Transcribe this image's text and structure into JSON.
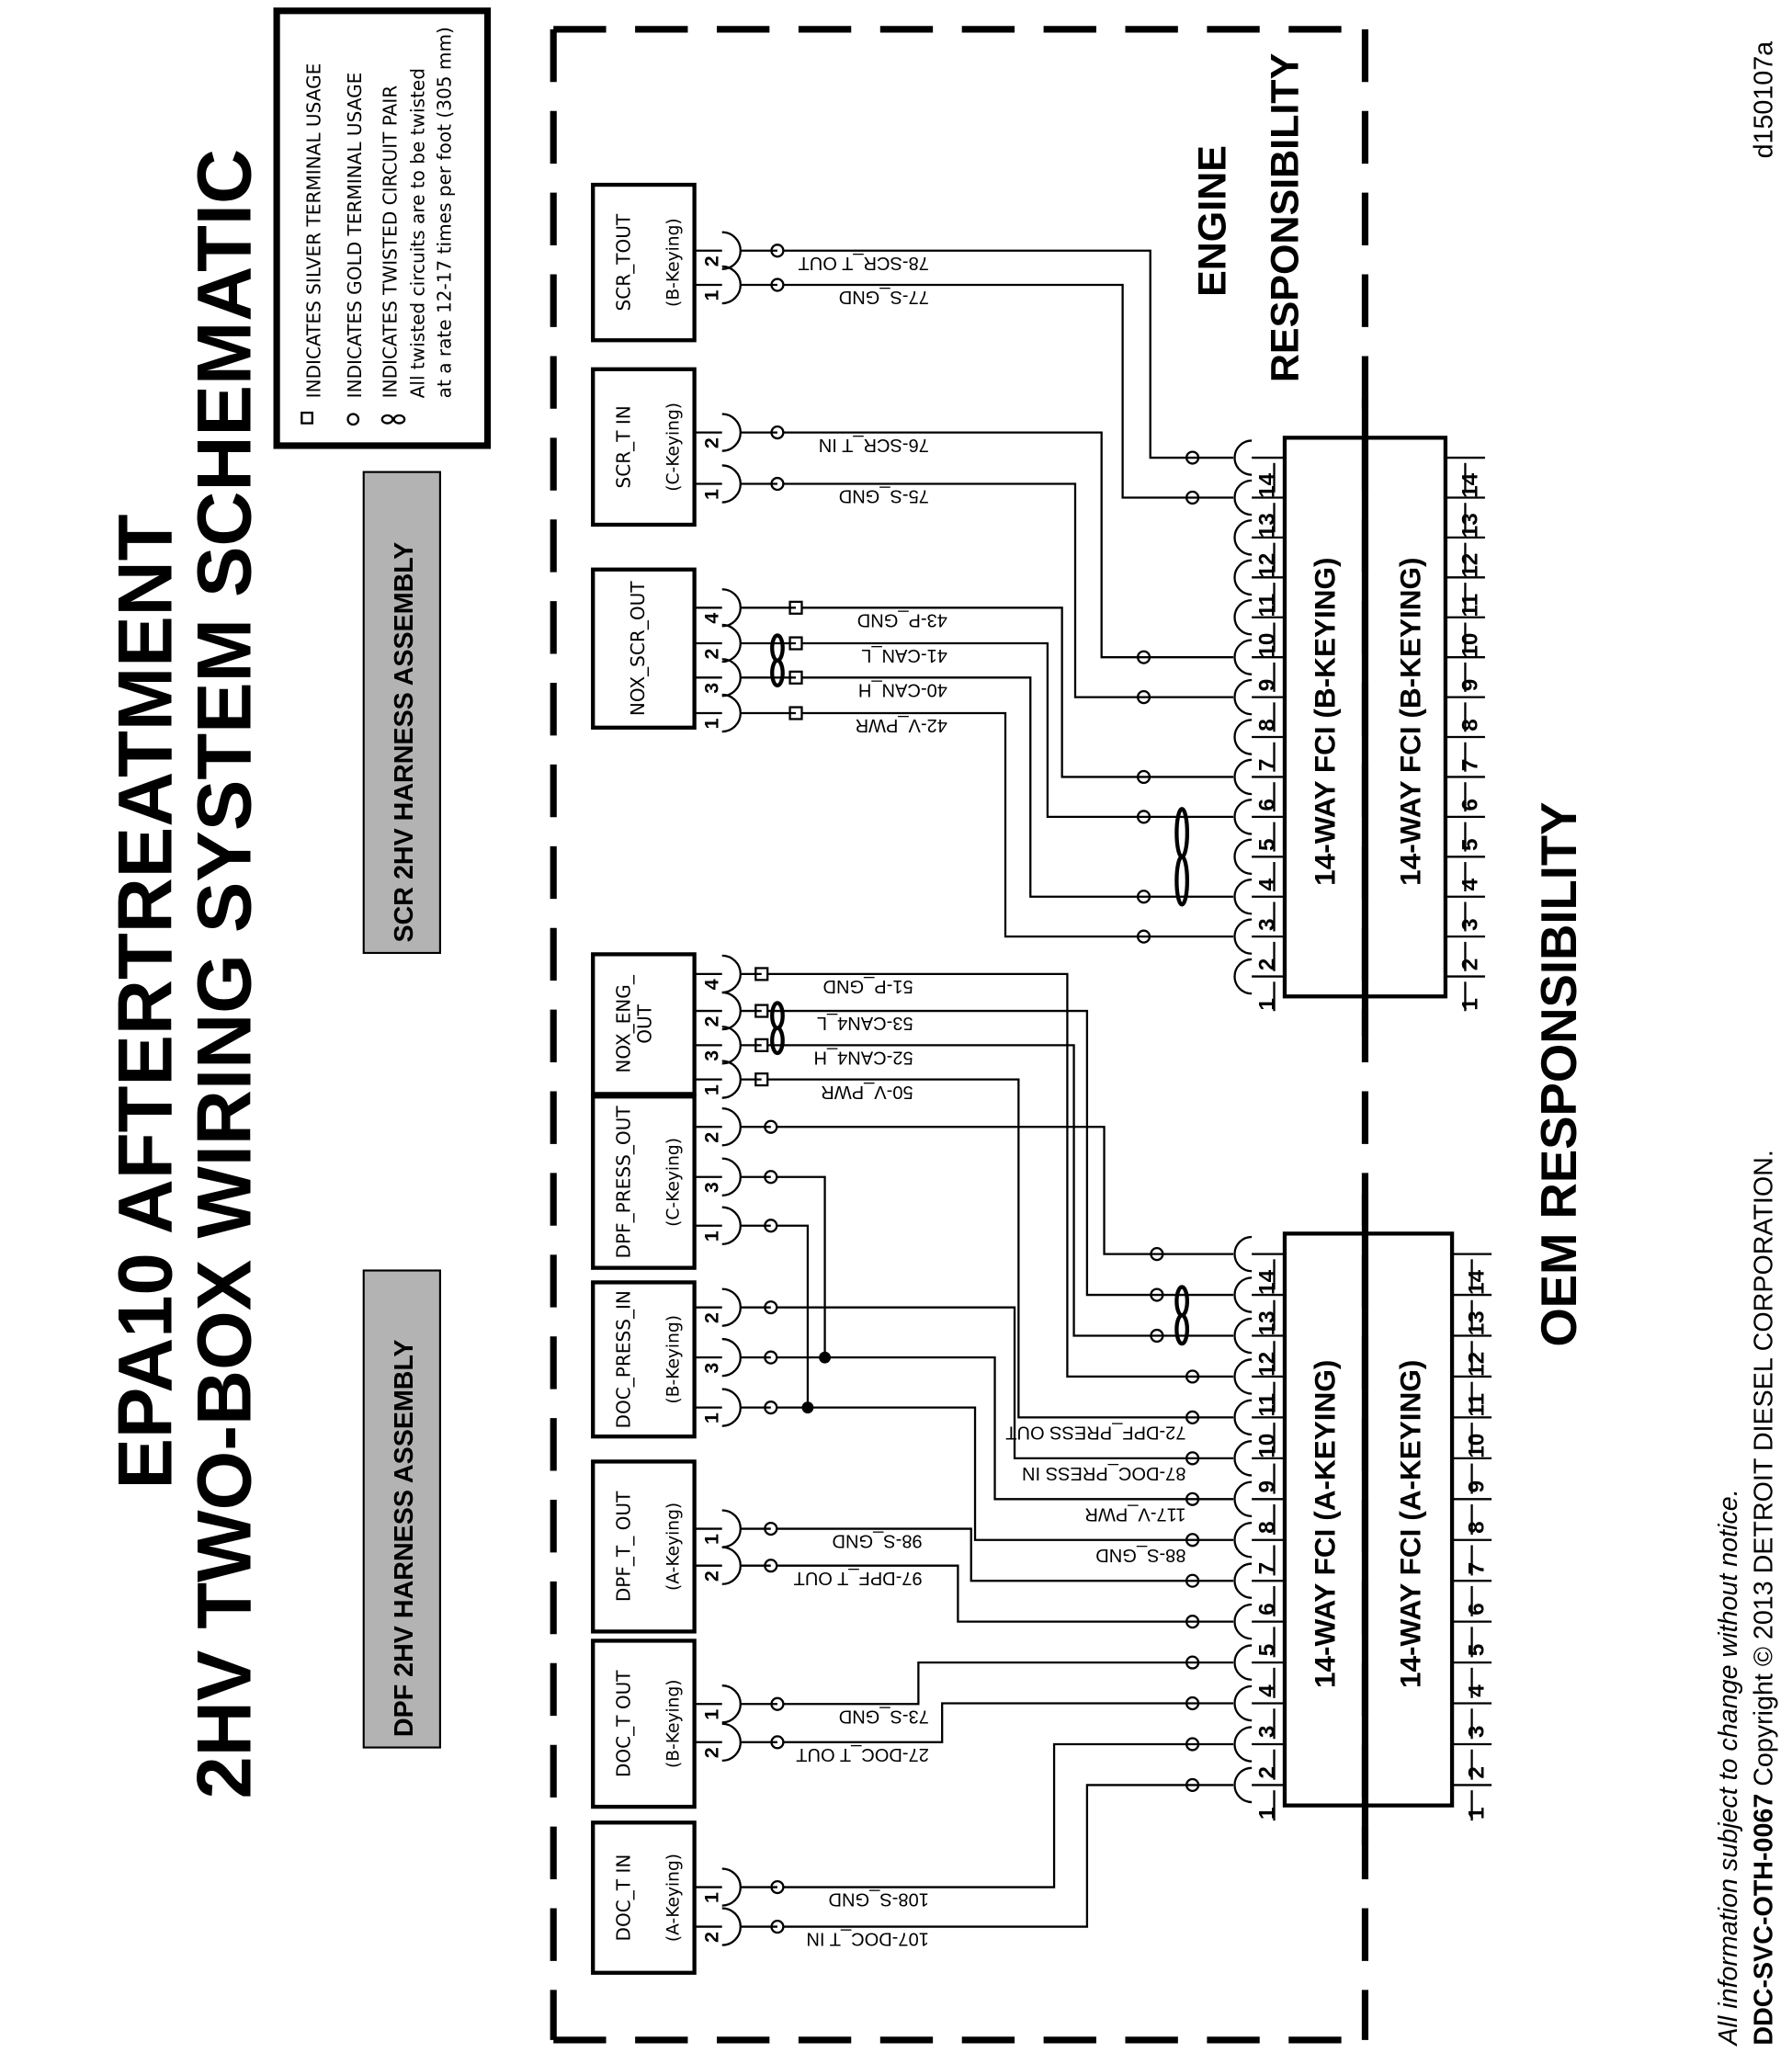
{
  "title": {
    "line1": "EPA10 AFTERTREATMENT",
    "line2": "2HV TWO-BOX WIRING SYSTEM SCHEMATIC"
  },
  "legend": {
    "silver": "INDICATES SILVER TERMINAL USAGE",
    "gold": "INDICATES GOLD TERMINAL USAGE",
    "twisted": "INDICATES TWISTED CIRCUIT PAIR",
    "twisted_note1": "All twisted circuits are to be twisted",
    "twisted_note2": "at a rate 12-17 times per foot (305 mm)"
  },
  "harness_labels": {
    "scr": "SCR 2HV HARNESS ASSEMBLY",
    "dpf": "DPF 2HV HARNESS ASSEMBLY"
  },
  "zones": {
    "engine1": "ENGINE",
    "engine2": "RESPONSIBILITY",
    "oem": "OEM RESPONSIBILITY"
  },
  "connectors": [
    {
      "id": "scr_tout",
      "name": "SCR_TOUT",
      "keying": "(B-Keying)",
      "pins": [
        "2",
        "1"
      ],
      "wires": [
        "78-SCR_T OUT",
        "77-S_GND"
      ],
      "terminal": "gold"
    },
    {
      "id": "scr_tin",
      "name": "SCR_T IN",
      "keying": "(C-Keying)",
      "pins": [
        "2",
        "1"
      ],
      "wires": [
        "76-SCR_T IN",
        "75-S_GND"
      ],
      "terminal": "gold"
    },
    {
      "id": "nox_scr_out",
      "name": "NOX_SCR_OUT",
      "keying": "",
      "pins": [
        "4",
        "2",
        "3",
        "1"
      ],
      "wires": [
        "43-P_GND",
        "41-CAN_L",
        "40-CAN_H",
        "42-V_PWR"
      ],
      "terminal": "silver"
    },
    {
      "id": "nox_eng_out",
      "name": "NOX_ENG_",
      "name2": "OUT",
      "keying": "",
      "pins": [
        "4",
        "2",
        "3",
        "1"
      ],
      "wires": [
        "51-P_GND",
        "53-CAN4_L",
        "52-CAN4_H",
        "50-V_PWR"
      ],
      "terminal": "silver"
    },
    {
      "id": "dpf_press_out",
      "name": "DPF_PRESS_OUT",
      "keying": "(C-Keying)",
      "pins": [
        "2",
        "3",
        "1"
      ],
      "wires": [
        "",
        "",
        ""
      ],
      "terminal": "gold"
    },
    {
      "id": "doc_press_in",
      "name": "DOC_PRESS_IN",
      "keying": "(B-Keying)",
      "pins": [
        "2",
        "3",
        "1"
      ],
      "wires": [
        "",
        "",
        ""
      ],
      "terminal": "gold"
    },
    {
      "id": "dpf_t_out",
      "name": "DPF_T_ OUT",
      "keying": "(A-Keying)",
      "pins": [
        "1",
        "2"
      ],
      "wires": [
        "98-S_GND",
        "97-DPF_T OUT"
      ],
      "terminal": "gold"
    },
    {
      "id": "doc_tout",
      "name": "DOC_T OUT",
      "keying": "(B-Keying)",
      "pins": [
        "1",
        "2"
      ],
      "wires": [
        "73-S_GND",
        "27-DOC_T OUT"
      ],
      "terminal": "gold"
    },
    {
      "id": "doc_tin",
      "name": "DOC_T IN",
      "keying": "(A-Keying)",
      "pins": [
        "1",
        "2"
      ],
      "wires": [
        "108-S_GND",
        "107-DOC_T IN"
      ],
      "terminal": "gold"
    }
  ],
  "fci_upper": {
    "label": "14-WAY FCI (B-KEYING)",
    "pins": [
      "1",
      "2",
      "3",
      "4",
      "5",
      "6",
      "7",
      "8",
      "9",
      "10",
      "11",
      "12",
      "13",
      "14"
    ]
  },
  "fci_lower": {
    "label": "14-WAY FCI (A-KEYING)",
    "pins": [
      "1",
      "2",
      "3",
      "4",
      "5",
      "6",
      "7",
      "8",
      "9",
      "10",
      "11",
      "12",
      "13",
      "14"
    ]
  },
  "fci_lower_wire_labels": {
    "p10": "72-DPF_PRESS OUT",
    "p9": "87-DOC_PRESS IN",
    "p8": "117-V_PWR",
    "p7": "88-S_GND"
  },
  "footer": {
    "notice": "All information subject to change without notice.",
    "doc_id": "DDC-SVC-OTH-0067",
    "copyright": " Copyright © 2013 DETROIT DIESEL CORPORATION."
  },
  "figure_id": "d150107a"
}
